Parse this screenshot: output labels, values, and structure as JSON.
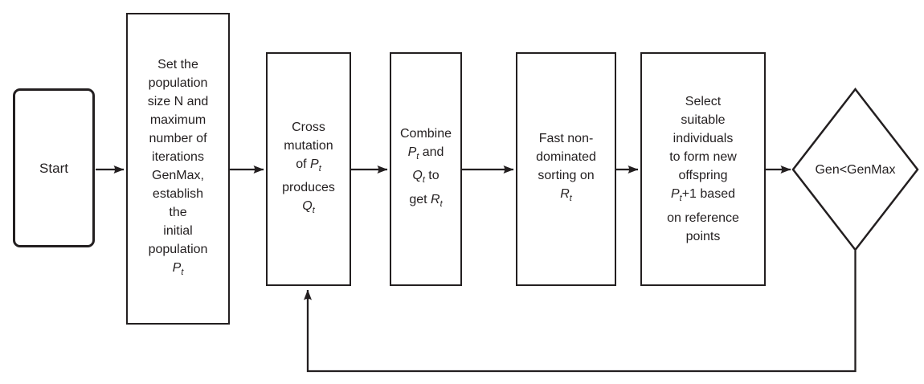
{
  "figure": {
    "type": "flowchart",
    "description": "NSGA-III style evolutionary algorithm flow",
    "background_color": "#ffffff",
    "stroke_color": "#231f20",
    "text_color": "#231f20"
  },
  "nodes": [
    {
      "id": "start",
      "shape": "rounded-rect",
      "lines": [
        [
          {
            "t": "Start"
          }
        ]
      ]
    },
    {
      "id": "init",
      "shape": "rect",
      "lines": [
        [
          {
            "t": "Set the"
          }
        ],
        [
          {
            "t": "population"
          }
        ],
        [
          {
            "t": "size N and"
          }
        ],
        [
          {
            "t": "maximum"
          }
        ],
        [
          {
            "t": "number of"
          }
        ],
        [
          {
            "t": "iterations"
          }
        ],
        [
          {
            "t": "GenMax,"
          }
        ],
        [
          {
            "t": "establish"
          }
        ],
        [
          {
            "t": "the"
          }
        ],
        [
          {
            "t": "initial"
          }
        ],
        [
          {
            "t": "population"
          }
        ],
        [
          {
            "t": "P",
            "i": true
          },
          {
            "t": "t",
            "sub": true
          }
        ]
      ]
    },
    {
      "id": "cross",
      "shape": "rect",
      "lines": [
        [
          {
            "t": "Cross"
          }
        ],
        [
          {
            "t": "mutation"
          }
        ],
        [
          {
            "t": "of "
          },
          {
            "t": "P",
            "i": true
          },
          {
            "t": "t",
            "sub": true
          }
        ],
        [
          {
            "t": "produces"
          }
        ],
        [
          {
            "t": "Q",
            "i": true
          },
          {
            "t": "t",
            "sub": true
          }
        ]
      ]
    },
    {
      "id": "combine",
      "shape": "rect",
      "lines": [
        [
          {
            "t": "Combine"
          }
        ],
        [
          {
            "t": "P",
            "i": true
          },
          {
            "t": "t",
            "sub": true
          },
          {
            "t": " and"
          }
        ],
        [
          {
            "t": "Q",
            "i": true
          },
          {
            "t": "t",
            "sub": true
          },
          {
            "t": " to"
          }
        ],
        [
          {
            "t": "get "
          },
          {
            "t": "R",
            "i": true
          },
          {
            "t": "t",
            "sub": true
          }
        ]
      ]
    },
    {
      "id": "sort",
      "shape": "rect",
      "lines": [
        [
          {
            "t": "Fast non-"
          }
        ],
        [
          {
            "t": "dominated"
          }
        ],
        [
          {
            "t": "sorting on"
          }
        ],
        [
          {
            "t": "R",
            "i": true
          },
          {
            "t": "t",
            "sub": true
          }
        ]
      ]
    },
    {
      "id": "select",
      "shape": "rect",
      "lines": [
        [
          {
            "t": "Select"
          }
        ],
        [
          {
            "t": "suitable"
          }
        ],
        [
          {
            "t": "individuals"
          }
        ],
        [
          {
            "t": "to form new"
          }
        ],
        [
          {
            "t": "offspring"
          }
        ],
        [
          {
            "t": "P",
            "i": true
          },
          {
            "t": "t",
            "sub": true
          },
          {
            "t": "+1 based"
          }
        ],
        [
          {
            "t": "on reference"
          }
        ],
        [
          {
            "t": "points"
          }
        ]
      ]
    },
    {
      "id": "decision",
      "shape": "diamond",
      "lines": [
        [
          {
            "t": "Gen<GenMax"
          }
        ]
      ]
    }
  ],
  "edges": [
    {
      "from": "start",
      "to": "init"
    },
    {
      "from": "init",
      "to": "cross"
    },
    {
      "from": "cross",
      "to": "combine"
    },
    {
      "from": "combine",
      "to": "sort"
    },
    {
      "from": "sort",
      "to": "select"
    },
    {
      "from": "select",
      "to": "decision"
    },
    {
      "from": "decision",
      "to": "cross",
      "type": "feedback-loop"
    }
  ]
}
